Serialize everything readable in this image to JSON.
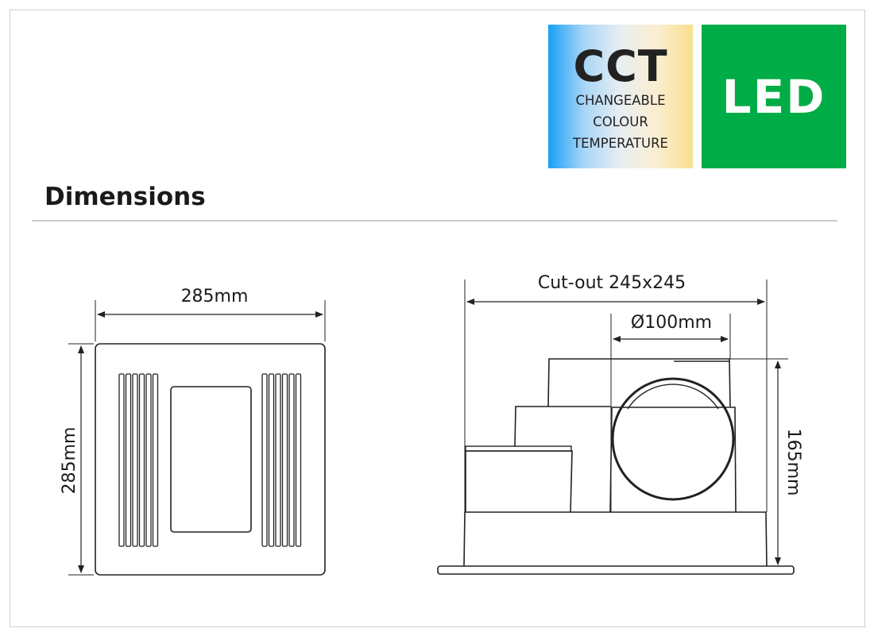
{
  "badges": {
    "cct": {
      "title": "CCT",
      "line1": "CHANGEABLE",
      "line2": "COLOUR",
      "line3": "TEMPERATURE"
    },
    "led": {
      "title": "LED"
    },
    "colors": {
      "led_green": "#00ac45"
    }
  },
  "section": {
    "title": "Dimensions"
  },
  "front_view": {
    "width_label": "285mm",
    "height_label": "285mm"
  },
  "side_view": {
    "cutout_label": "Cut-out 245x245",
    "duct_label": "Ø100mm",
    "height_label": "165mm"
  }
}
